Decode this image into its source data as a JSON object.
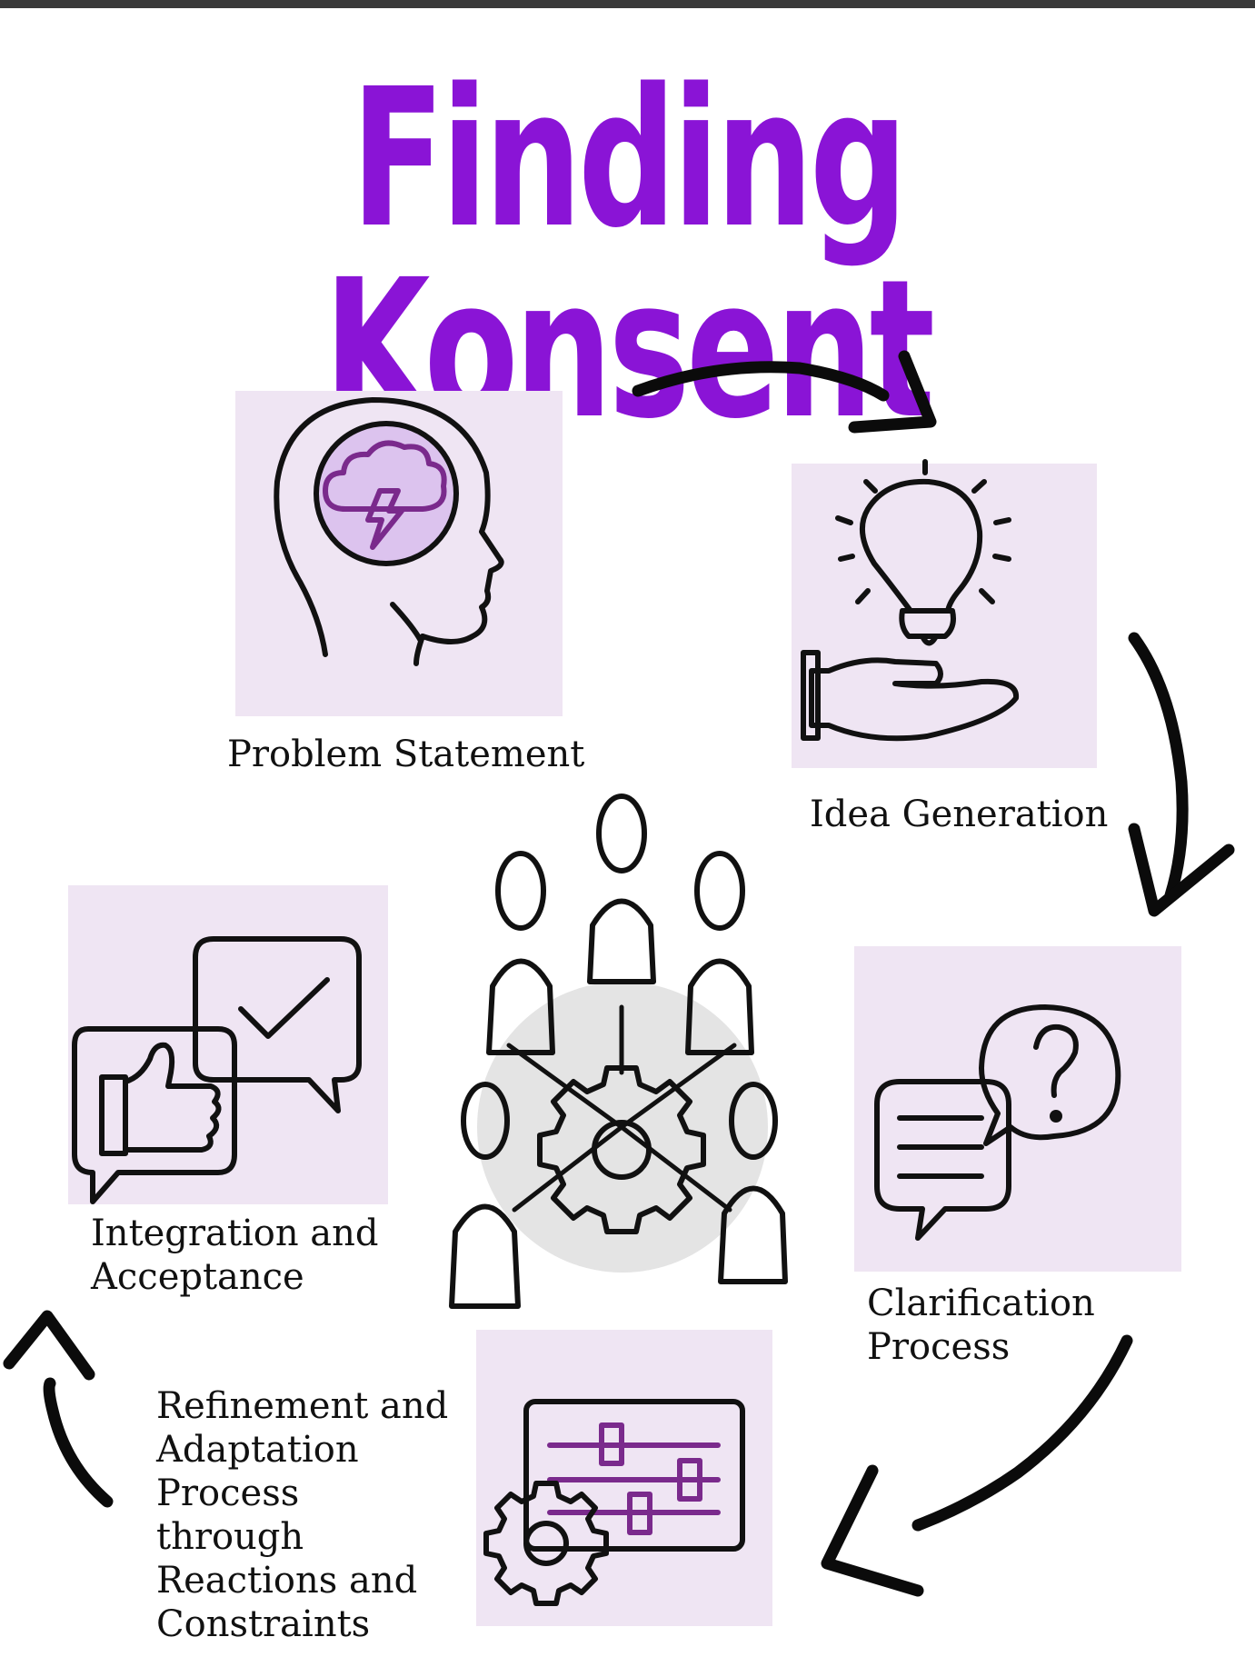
{
  "title": "Finding Konsent",
  "steps": [
    {
      "label": "Problem Statement"
    },
    {
      "label": "Idea Generation"
    },
    {
      "label": "Clarification\nProcess"
    },
    {
      "label": "Refinement and\nAdaptation\nProcess\nthrough\nReactions and\nConstraints"
    },
    {
      "label": "Integration and\nAcceptance"
    }
  ],
  "colors": {
    "title": "#8a14d6",
    "card": "#efe5f3",
    "icon_fill": "#dcc3ee",
    "ink": "#111111",
    "hub": "#e4e4e4"
  },
  "icons": {
    "problem": "head-brainstorm-icon",
    "idea": "hand-lightbulb-icon",
    "clarify": "question-speech-bubbles-icon",
    "refine": "sliders-gear-icon",
    "integrate": "thumbs-up-checkmark-icon",
    "center": "team-gear-icon"
  }
}
